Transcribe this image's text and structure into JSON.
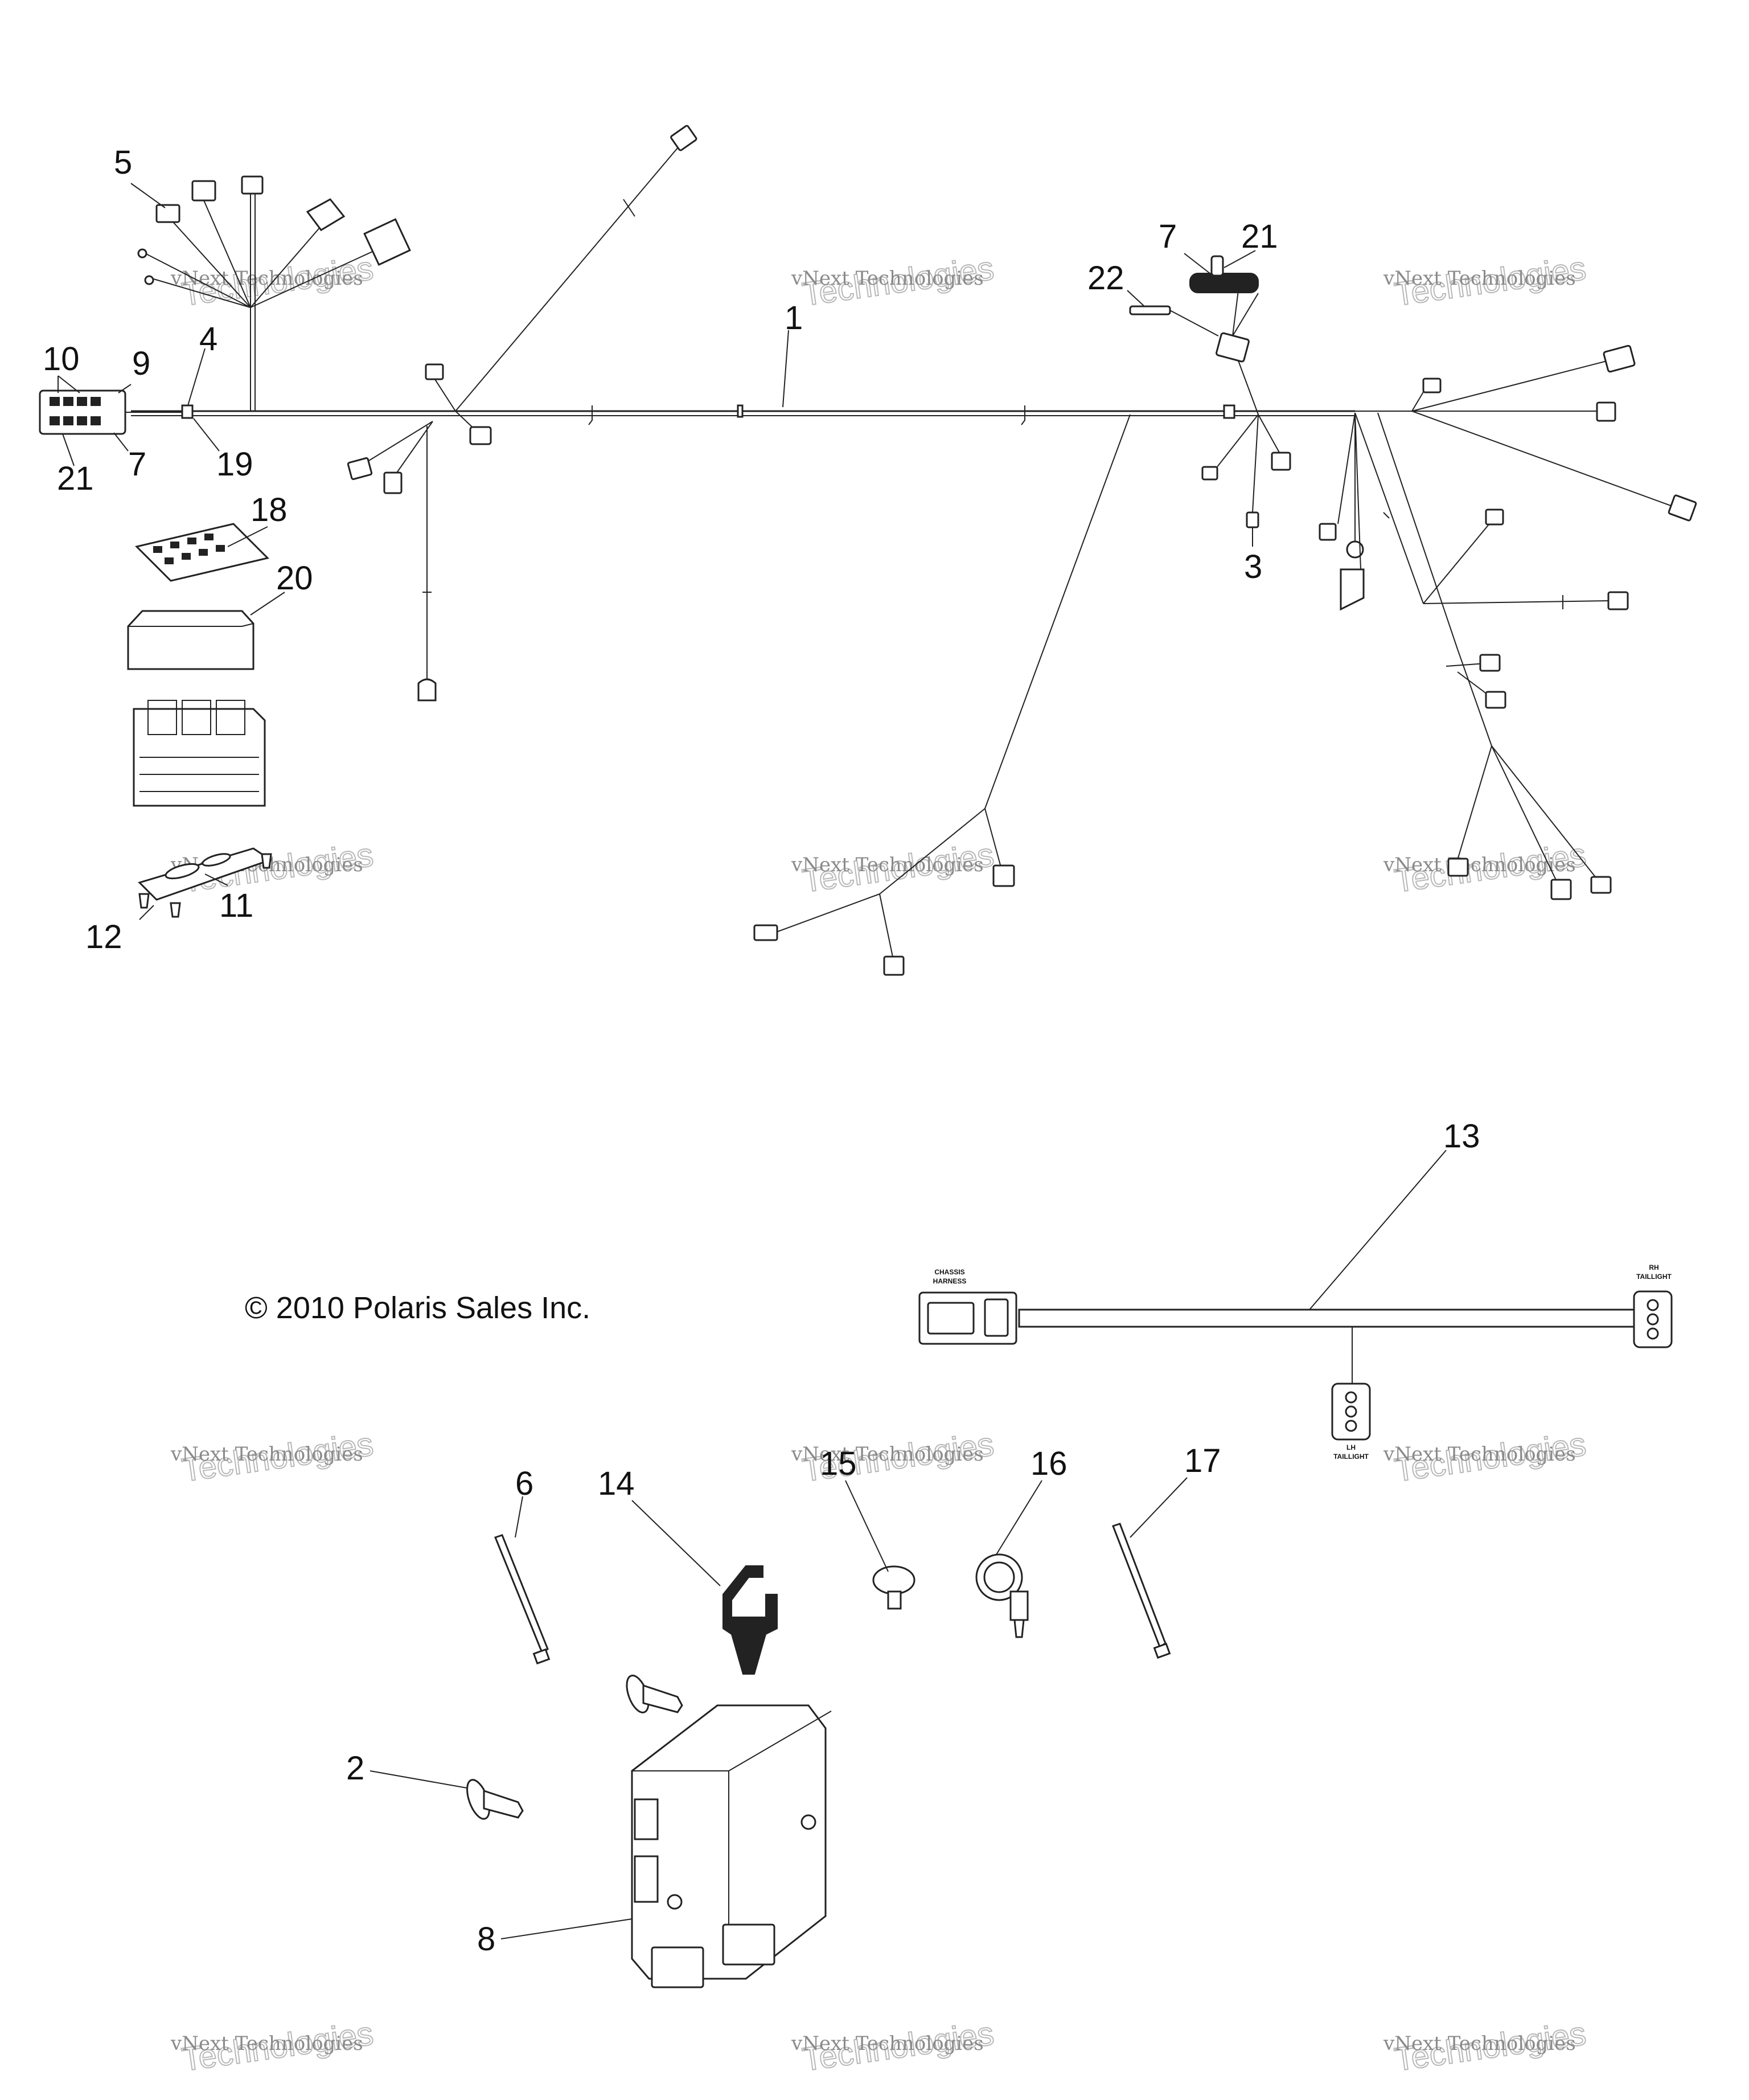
{
  "copyright": "© 2010 Polaris Sales Inc.",
  "watermark": {
    "line1": "vNext Technologies",
    "line2": "Technologies"
  },
  "connector_labels": {
    "chassis": [
      "CHASSIS",
      "HARNESS"
    ],
    "rh": [
      "RH",
      "TAILLIGHT"
    ],
    "lh": [
      "LH",
      "TAILLIGHT"
    ]
  },
  "callouts": {
    "c1": "1",
    "c2": "2",
    "c3": "3",
    "c4": "4",
    "c5": "5",
    "c6": "6",
    "c7a": "7",
    "c7b": "7",
    "c8": "8",
    "c9": "9",
    "c10": "10",
    "c11": "11",
    "c12": "12",
    "c13": "13",
    "c14": "14",
    "c15": "15",
    "c16": "16",
    "c17": "17",
    "c18": "18",
    "c19": "19",
    "c20": "20",
    "c21a": "21",
    "c21b": "21",
    "c22": "22"
  }
}
